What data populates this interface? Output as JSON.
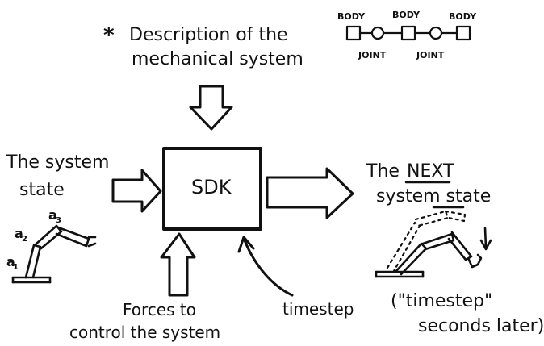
{
  "header": {
    "bullet": "*",
    "line1": "Description of the",
    "line2": "mechanical system"
  },
  "chain": {
    "bodies": [
      "BODY",
      "BODY",
      "BODY"
    ],
    "joints": [
      "JOINT",
      "JOINT"
    ]
  },
  "left": {
    "line1": "The system",
    "line2": "state"
  },
  "sdk": {
    "label": "SDK"
  },
  "right": {
    "the": "The",
    "next": "NEXT",
    "line2": "system state",
    "note_line1": "(\"timestep\"",
    "note_line2": "seconds later)"
  },
  "forces": {
    "line1": "Forces to",
    "line2": "control the system"
  },
  "timestep": {
    "label": "timestep"
  },
  "robot_labels": {
    "a1": "a",
    "a1_sub": "1",
    "a2": "a",
    "a2_sub": "2",
    "a3": "a",
    "a3_sub": "3"
  }
}
